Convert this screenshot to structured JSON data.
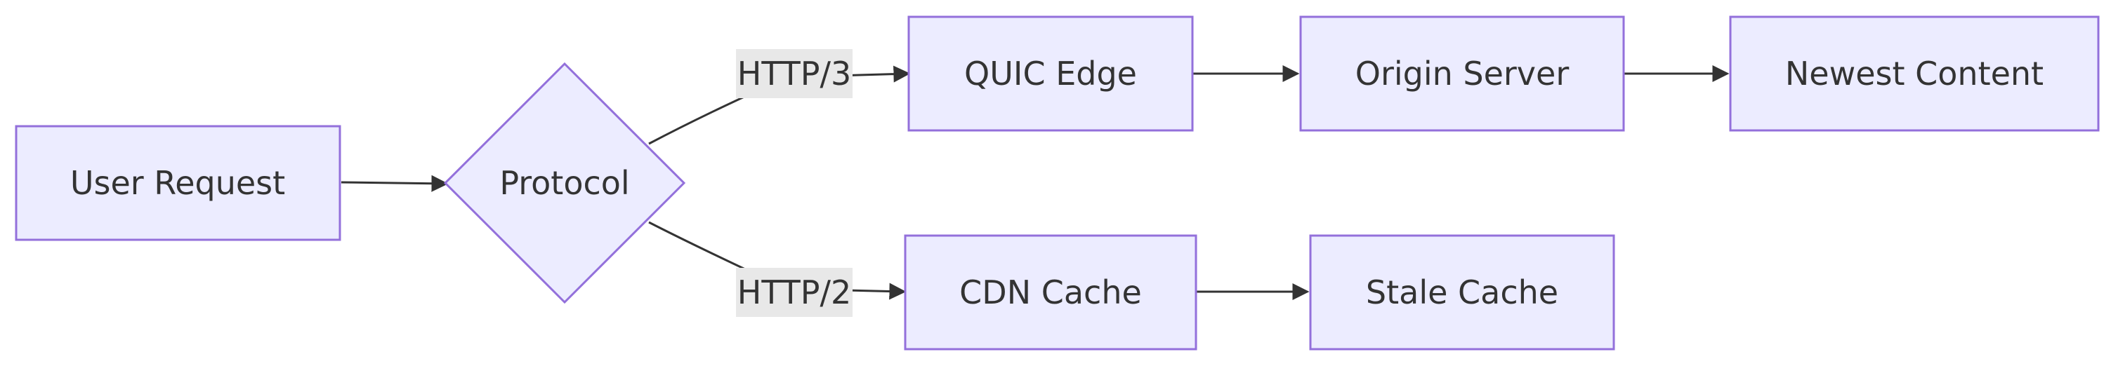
{
  "colors": {
    "node_fill": "#ececff",
    "node_stroke": "#9370db",
    "edge": "#333333",
    "text": "#333333",
    "edge_label_bg": "#e8e8e8"
  },
  "nodes": {
    "user_request": "User Request",
    "protocol": "Protocol",
    "quic_edge": "QUIC Edge",
    "origin_server": "Origin Server",
    "newest_content": "Newest Content",
    "cdn_cache": "CDN Cache",
    "stale_cache": "Stale Cache"
  },
  "edges": {
    "http3": "HTTP/3",
    "http2": "HTTP/2"
  }
}
